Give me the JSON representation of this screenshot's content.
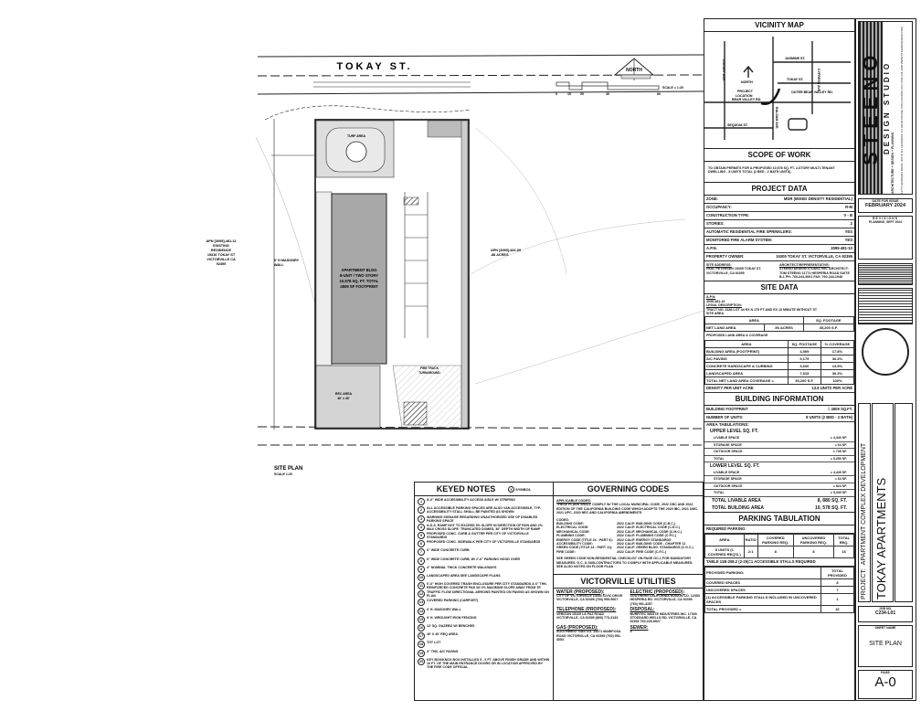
{
  "plan": {
    "street": "TOKAY ST.",
    "north": "NORTH",
    "scale_ticks": [
      "0",
      "10",
      "20",
      "40",
      "80"
    ],
    "scale_label": "SCALE = 1:20",
    "apn_left": [
      "APN [3095]-481-11",
      "EXISTING",
      "RESIDENCE",
      "15316 TOKAY ST",
      "VICTORVILLE CA",
      "92395"
    ],
    "apn_right": [
      "APN [3095]-481-09",
      ".88 ACRES"
    ],
    "building": [
      "APARTMENT BLDG",
      "8-UNIT / TWO STORY",
      "10,578 SQ. FT. TOTAL",
      "4509 SF FOOTPRINT"
    ],
    "turf": "TURF AREA",
    "rec": [
      "REC AREA",
      "40' x 40'"
    ],
    "fire": [
      "FIRE TRUCK",
      "TURNAROUND"
    ],
    "wall": [
      "6' H MASONRY",
      "WALL"
    ],
    "title": "SITE PLAN",
    "scale": "SCALE 1:20"
  },
  "vicinity": {
    "title": "VICINITY MAP",
    "north": "NORTH",
    "project": [
      "PROJECT",
      "LOCATION"
    ],
    "streets": [
      "JASMINE ST.",
      "TOKAY ST.",
      "OUTER BEAR VALLEY RD.",
      "BEAR VALLEY RD.",
      "LOCUST AVE.",
      "CYPRESS AVE.",
      "SEQUOIA ST.",
      "BALSAM AVE."
    ]
  },
  "scope": {
    "title": "SCOPE OF WORK",
    "text": "TO OBTAIN PERMITS FOR A PROPOSED 10,578 SQ. FT. 2-STORY MULTI-TENANT DWELLING - 8 UNITS TOTAL (2 BED - 2 BATH UNITS)."
  },
  "project_data": {
    "title": "PROJECT DATA",
    "rows": [
      [
        "ZONE:",
        "MDR (MIXED DENSITY RESIDENTIAL)"
      ],
      [
        "OCCUPANCY:",
        "R-M"
      ],
      [
        "CONSTRUCTION TYPE:",
        "V - B"
      ],
      [
        "STORIES:",
        "2"
      ],
      [
        "AUTOMATIC RESIDENTIAL FIRE SPRINKLERS:",
        "YES"
      ],
      [
        "MONITORED FIRE ALARM SYSTEM:",
        "YES"
      ],
      [
        "A.P.N.",
        "3095-481-10"
      ],
      [
        "PROPERTY OWNER:",
        "15305 TOKAY ST. VICTORVILLE, CA 92395"
      ]
    ],
    "site_address_label": "SITE ADDRESS:",
    "site_address": "PAUL PETERSEN 15305 TOKAY ST. VICTORVILLE, CA 92395",
    "architect_label": "ARCHITECT/REPRESENTATIVE:",
    "architect": "STEENO DESIGN STUDIO, INC. ARCHITECT: TOM STEENO 11774 HESPERIA ROAD SUITE B-1 PH: 760-244-5001 FAX: 760-244-1948"
  },
  "site_data": {
    "title": "SITE DATA",
    "apn_label": "A.P.N:",
    "apn": "3095-481-10",
    "legal_label": "LEGAL DESCRIPTION:",
    "legal": "TRACT NO. 3186 LOT 44 EX N 175 FT AND EX 10 MINUTE WITHOUT ST",
    "site_area": "SITE AREA",
    "area_headers": [
      "AREA",
      "SQ. FOOTAGE"
    ],
    "net_land": [
      "NET LAND AREA",
      ".56 ACRES",
      "35,200 S.F."
    ],
    "proposed": "PROPOSED LAND AREA & COVERAGE",
    "cov_headers": [
      "AREA",
      "SQ. FOOTAGE",
      "% COVERAGE"
    ],
    "cov_rows": [
      [
        "BUILDING AREA (FOOTPRINT)",
        "4,509",
        "17.8%"
      ],
      [
        "A/C PAVING",
        "9,175",
        "36.4%"
      ],
      [
        "CONCRETE HARDSCAPE & CURBING",
        "3,600",
        "13.5%"
      ],
      [
        "LANDSCAPED AREA",
        "7,915",
        "30.3%"
      ],
      [
        "TOTAL NET LAND AREA COVERAGE =",
        "35,200 S.F.",
        "100%"
      ]
    ],
    "density": [
      "DENSITY PER UNIT ACRE",
      "13.8 UNITS PER ACRE"
    ]
  },
  "building": {
    "title": "BUILDING INFORMATION",
    "rows": [
      [
        "BUILDING FOOTPRINT",
        "= 4509 SQ.FT."
      ],
      [
        "NUMBER OF UNITS:",
        "8 UNITS (2 BED - 2 BATH)"
      ]
    ],
    "area_tab": "AREA TABULATIONS:",
    "upper": "UPPER LEVEL SQ. FT.",
    "upper_rows": [
      [
        "LIVABLE SPACE",
        "= 4,440 SF."
      ],
      [
        "STORAGE SPACE",
        "= 64 SF."
      ],
      [
        "OUTDOOR SPACE",
        "= 735 SF."
      ],
      [
        "TOTAL",
        "= 5,250 SF."
      ]
    ],
    "lower": "LOWER LEVEL SQ. FT.",
    "lower_rows": [
      [
        "LIVABLE SPACE",
        "= 4,440 SF."
      ],
      [
        "STORAGE SPACE",
        "= 64 SF."
      ],
      [
        "OUTDOOR SPACE",
        "= 824 SF."
      ],
      [
        "TOTAL",
        "= 5,340 SF."
      ]
    ],
    "totals": [
      [
        "TOTAL LIVABLE AREA",
        "8, 880 SQ. FT."
      ],
      [
        "TOTAL BUILDING AREA",
        "10, 578 SQ. FT."
      ]
    ]
  },
  "parking": {
    "title": "PARKING TABULATION",
    "required": "REQUIRED PARKING:",
    "headers": [
      "AREA",
      "RATIO",
      "COVERED PARKING REQ.",
      "UNCOVERED PARKING REQ.",
      "TOTAL REQ."
    ],
    "row": [
      "8 UNITS (1 COVERED REQ'D.)",
      "2:1",
      "8",
      "8",
      "16"
    ],
    "note": "TABLE 11B-208.2 (2-25)=1 ACCESSIBLE STALLS REQUIRED",
    "provided_headers": [
      "PROVIDED PARKING:",
      "TOTAL PROVIDED"
    ],
    "provided": [
      [
        "COVERED SPACES",
        "8"
      ],
      [
        "UNCOVERED SPACES",
        "7"
      ],
      [
        "(1) ACCESSIBLE PARKING STALLS INCLUDED IN UNCOVERED SPACES",
        "1"
      ],
      [
        "TOTAL PROVIDED =",
        "16"
      ]
    ]
  },
  "keyed": {
    "title": "KEYED NOTES",
    "symbol": "SYMBOL",
    "symbol_mark": "X",
    "notes": [
      "8'-0\" WIDE ACCESSIBILITY ACCESS AISLE W/ STRIPING",
      "ALL ACCESSIBLE PARKING SPACES ARE ALSO VAN ACCESSIBLE, TYP. ACCESSIBILITY STALL SHALL BE PAINTED AS SHOWN",
      "WARNING SIGNAGE REGARDING UNAUTHORIZED USE OF DISABLED PARKING SPACE",
      "A.D.A. RAMP NOT TO EXCEED 5% SLOPE IN DIRECTION OF RUN AND 2% MAX CROSS SLOPE. TRUNCATED DOMES, 36\" DEPTH WIDTH OF RAMP",
      "PROPOSED CONC. CURB & GUTTER PER CITY OF VICTORVILLE STANDARDS",
      "PROPOSED CONC. SIDEWALK PER CITY OF VICTORVILLE STANDARDS",
      "6\" WIDE CONCRETE CURB",
      "6\" WIDE CONCRETE CURB, W/ 2'-6\" PARKING HOOD OVER",
      "4\" NOMINAL THICK CONCRETE WALKWAYS",
      "LANDSCAPED AREA SEE LANDSCAPE PLANS",
      "6'-0\" HIGH COVERED TRASH ENCLOSURE PER CITY STANDARDS & 6\" THK. REINFORCED CONCRETE PAD W/ 2% MAXIMUM SLOPE AWAY FROM TE",
      "TRAFFIC FLOW DIRECTIONAL ARROWS PAINTED ON PAVING AS SHOWN ON PLAN",
      "COVERED PARKING (CARPORT)",
      "6' H. MASONRY WALL",
      "6' H. WROUGHT IRON FENCING",
      "12' SQ. GAZEBO W/ BENCHES",
      "40' X 40' REQ AREA",
      "TOT LOT",
      "3\" THK. A/C PAVING",
      "KEY BOX/KNOX BOX INSTALLED 5 - 6 FT. ABOVE FINISH GRADE AND WITHIN 10 FT. OF THE MAIN ENTRANCE DOORS OR IN LOCATION APPROVED BY THE FIRE CODE OFFICIAL"
    ]
  },
  "codes": {
    "title": "GOVERNING CODES",
    "applicable": "APPLICABLE CODES:",
    "intro": "THESE PLANS SHALL COMPLY W/ THE LOCAL MUNICIPAL CODE, 2022 CBC AND 2022 EDITION OF THE CALIFORNIA BUILDING CODE WHICH ADOPTS THE 2020 IBC, 2021 UMC, 2021 UPC, 2020 NEC AND CALIFORNIA AMENDMENTS",
    "codes_label": "CODES:",
    "rows": [
      [
        "BUILDING CODE:",
        "2022 CALIF. BUILDING CODE (C.B.C.)"
      ],
      [
        "ELECTRICAL CODE:",
        "2022 CALIF. ELECTRICAL CODE (C.E.C.)"
      ],
      [
        "MECHANICAL CODE:",
        "2022 CALIF. MECHANICAL CODE (C.M.C.)"
      ],
      [
        "PLUMBING CODE:",
        "2022 CALIF. PLUMBING CODE (C.P.C.)"
      ],
      [
        "ENERGY CODE (TITLE 24 - PART 6):",
        "2022 CALIF. ENERGY STANDARDS"
      ],
      [
        "ACCESSIBILITY CODE:",
        "2022 CALIF. BUILDING CODE - CHAPTER 11"
      ],
      [
        "GREEN CODE (TITLE 24 - PART 11):",
        "2022 CALIF. GREEN BLDG. STANDARDS (C.G.C.)"
      ],
      [
        "FIRE CODE:",
        "2022 CALIF. FIRE CODE (C.F.C.)"
      ]
    ],
    "note": "SEE GREEN CODE NON-RESIDENTIAL CHECKLIST ON PAGE GC-1 FOR MANDATORY MEASURES. G.C. & SUB-CONTRACTORS TO COMPLY WITH APPLICABLE MEASURES. SEE ALSO NOTES ON FLOOR PLAN"
  },
  "utilities": {
    "title": "VICTORVILLE UTILITIES",
    "items": [
      {
        "label": "WATER (PROPOSED):",
        "text": "CITY OF VICTORVILLE 14343 CIVIC DRIVE VICTORVILLE, CA 92395 (760) 955-5067"
      },
      {
        "label": "ELECTRIC (PROPOSED):",
        "text": "SOUTHERN CALIFORNIA EDISON CO. 12353 HESPERIA RD. VICTORVILLE, CA 92395 (760) 951-3257"
      },
      {
        "label": "TELEPHONE (PROPOSED):",
        "text": "VERIZON 15165 LA PAZ ROAD VICTORVILLE, CA 92395 (800) 773-3133"
      },
      {
        "label": "DISPOSAL:",
        "text": "BURRTEC WASTE INDUSTRIES INC. 17300 STODDARD WELLS RD. VICTORVILLE, CA 92394 760-245-8927"
      },
      {
        "label": "GAS (PROPOSED):",
        "text": "SOUTHWEST GAS CO. 13471 MARIPOSA ROAD VICTORVILLE, CA 92395 (760) 951-4053"
      },
      {
        "label": "SEWER:",
        "text": "X"
      }
    ]
  },
  "titleblock": {
    "firm": "STEENO",
    "firm_sub": "DESIGN STUDIO",
    "firm_desc": "ARCHITECTURE + DESIGN + PLANNING",
    "firm_address": "11774 HESPERIA ROAD, SUITE B-1 HESPERIA, CA 92345 PHONE (760) 244-5001 FAX (760) 244-1948 WWW.STEENODESIGN.COM",
    "date_label": "DATE FOR ISSUE",
    "date": "FEBRUARY 2024",
    "revisions_label": "REVISIONS",
    "revision": "PLANNING_SEPT 2024",
    "project_label": "PROJECT:",
    "project": "APARTMENT COMPLEX DEVELOPMENT",
    "project_name": "TOKAY APARTMENTS",
    "job_label": "JOB NO.",
    "job": "C234-L01",
    "sheet_label": "SHEET NAME",
    "sheet": "SITE PLAN",
    "page_label": "PAGE",
    "page": "A-0"
  }
}
